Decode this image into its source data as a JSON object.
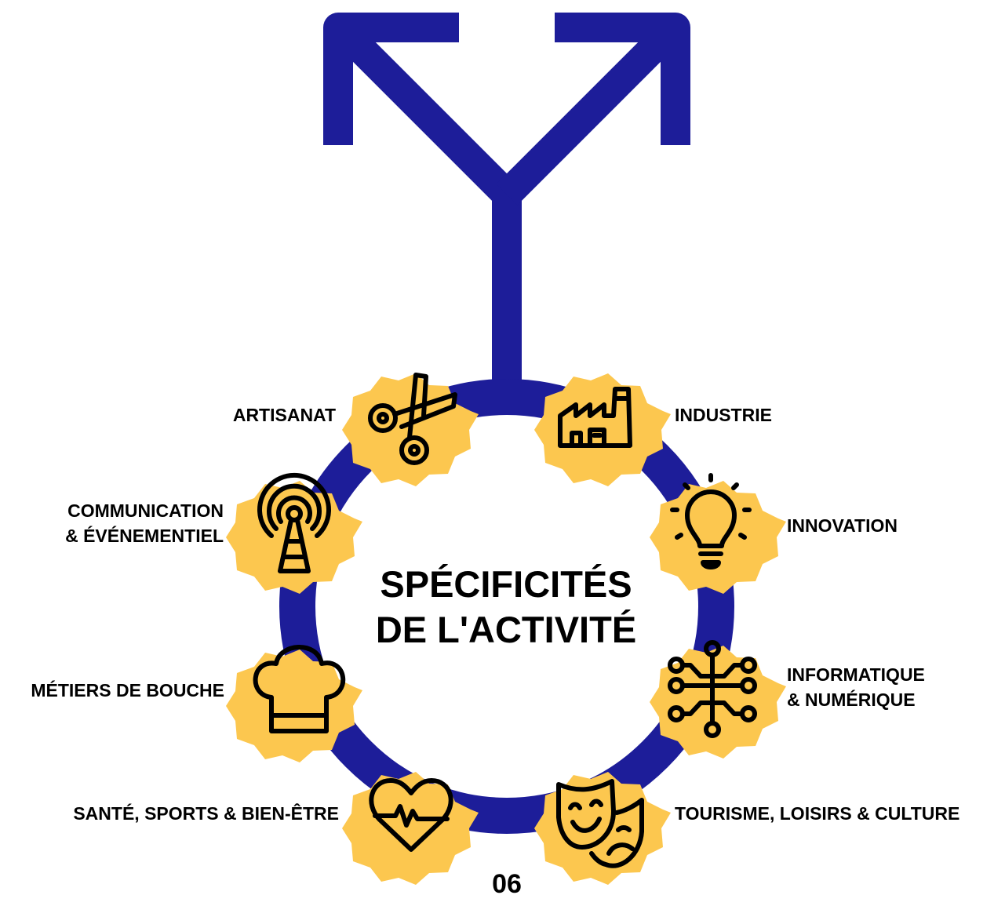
{
  "title": {
    "line1": "SPÉCIFICITÉS",
    "line2": "DE L'ACTIVITÉ"
  },
  "page_number": "06",
  "colors": {
    "navy": "#1d1d99",
    "gold": "#fcc74f",
    "black": "#000000"
  },
  "categories": [
    {
      "id": "artisanat",
      "lines": [
        "ARTISANAT"
      ],
      "icon": "scissors-icon"
    },
    {
      "id": "industrie",
      "lines": [
        "INDUSTRIE"
      ],
      "icon": "factory-icon"
    },
    {
      "id": "communication",
      "lines": [
        "COMMUNICATION",
        "& ÉVÉNEMENTIEL"
      ],
      "icon": "antenna-icon"
    },
    {
      "id": "innovation",
      "lines": [
        "INNOVATION"
      ],
      "icon": "lightbulb-icon"
    },
    {
      "id": "metiers-bouche",
      "lines": [
        "MÉTIERS DE BOUCHE"
      ],
      "icon": "chef-hat-icon"
    },
    {
      "id": "informatique",
      "lines": [
        "INFORMATIQUE",
        "& NUMÉRIQUE"
      ],
      "icon": "circuit-icon"
    },
    {
      "id": "sante",
      "lines": [
        "SANTÉ, SPORTS & BIEN-ÊTRE"
      ],
      "icon": "heartbeat-icon"
    },
    {
      "id": "tourisme",
      "lines": [
        "TOURISME, LOISIRS & CULTURE"
      ],
      "icon": "theater-masks-icon"
    }
  ]
}
